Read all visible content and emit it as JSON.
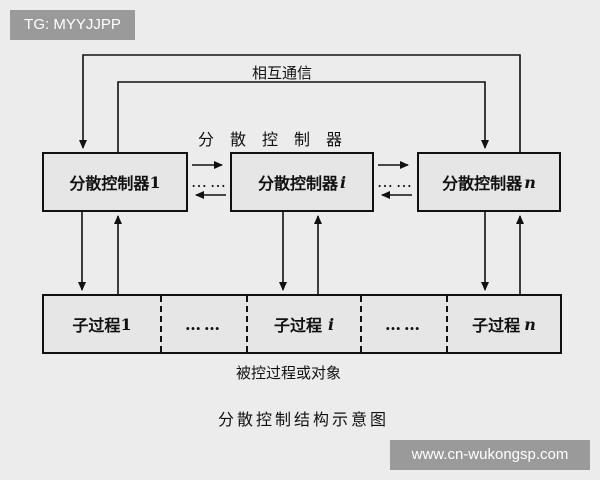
{
  "watermark_top": "TG: MYYJJPP",
  "watermark_bottom": "www.cn-wukongsp.com",
  "diagram": {
    "mutual_comm_label": "相互通信",
    "controllers_heading": "分散控制器",
    "controllers": [
      {
        "label": "分散控制器",
        "index": "1"
      },
      {
        "label": "分散控制器",
        "index": "i"
      },
      {
        "label": "分散控制器",
        "index": "n"
      }
    ],
    "processes": [
      {
        "label": "子过程",
        "index": "1"
      },
      {
        "label": "……",
        "index": ""
      },
      {
        "label": "子过程",
        "index": "i"
      },
      {
        "label": "……",
        "index": ""
      },
      {
        "label": "子过程",
        "index": "n"
      }
    ],
    "between_dots": "……",
    "object_label": "被控过程或对象",
    "caption": "分散控制结构示意图"
  }
}
